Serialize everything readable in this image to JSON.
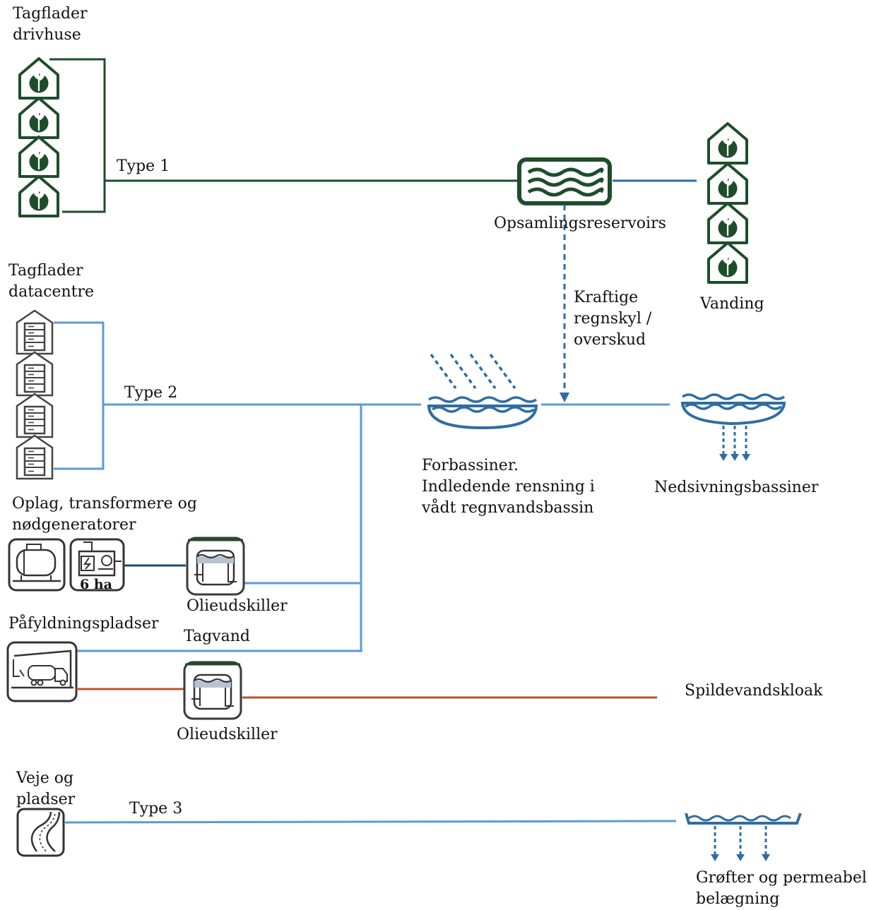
{
  "colors": {
    "green": "#1e4d2b",
    "blue": "#5b9bd5",
    "dark_blue": "#2e6da4",
    "brown": "#b5562a",
    "grey": "#444444"
  },
  "sources": {
    "greenhouse_roofs": [
      "Tagflader",
      "drivhuse"
    ],
    "datacentre_roofs": [
      "Tagflader",
      "datacentre"
    ],
    "storage": [
      "Oplag, transformere og",
      "nødgeneratorer"
    ],
    "generator_badge": "6 ha",
    "filling_stations": "Påfyldningspladser",
    "roads": [
      "Veje og",
      "pladser"
    ]
  },
  "flows": {
    "type1": "Type 1",
    "type2": "Type 2",
    "type3": "Type 3",
    "roof_water": "Tagvand",
    "heavy_rain": [
      "Kraftige",
      "regnskyl /",
      "overskud"
    ]
  },
  "facilities": {
    "collection_reservoirs": "Opsamlingsreservoirs",
    "irrigation": "Vanding",
    "pre_basins": [
      "Forbassiner.",
      "Indledende rensning i",
      "vådt regnvandsbassin"
    ],
    "infiltration_basins": "Nedsivningsbassiner",
    "oil_separator_1": "Olieudskiller",
    "oil_separator_2": "Olieudskiller",
    "sewer": "Spildevandskloak",
    "ditches": [
      "Grøfter og permeabel",
      "belægning"
    ]
  },
  "icons": {
    "greenhouse": "greenhouse-icon",
    "datacentre": "server-building-icon",
    "tank": "tank-icon",
    "generator": "generator-icon",
    "tanker_truck": "tanker-truck-icon",
    "road": "road-icon",
    "reservoir": "reservoir-icon",
    "oil_separator": "oil-separator-icon",
    "pre_basin": "rain-basin-icon",
    "infiltration_basin": "infiltration-basin-icon",
    "ditch": "ditch-icon"
  }
}
